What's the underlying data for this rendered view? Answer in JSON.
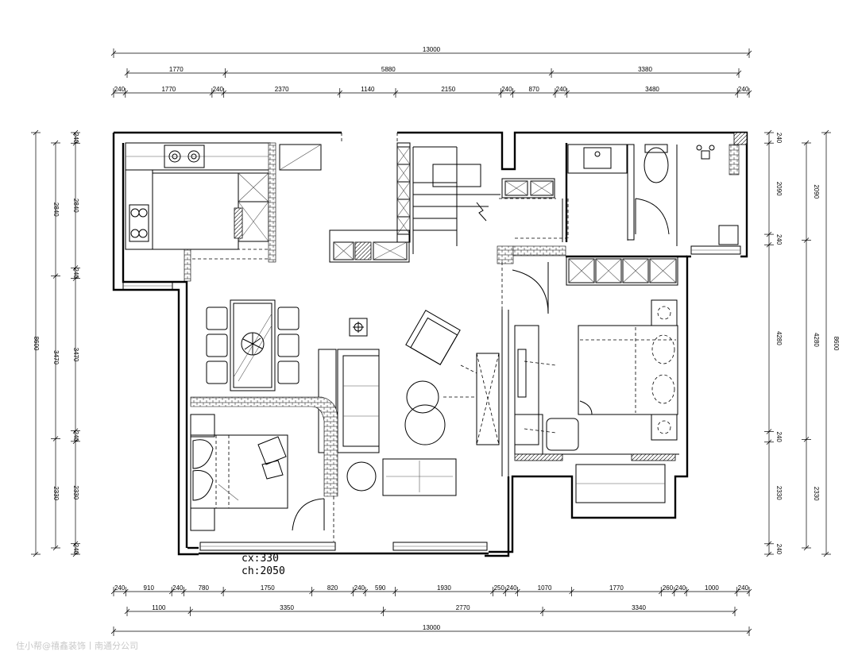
{
  "dimensions": {
    "top_total": "13000",
    "top_groups": [
      "1770",
      "5880",
      "3380"
    ],
    "top_segments": [
      "240",
      "1770",
      "240",
      "2370",
      "1140",
      "2150",
      "240",
      "870",
      "240",
      "3480",
      "240"
    ],
    "bottom_total": "13000",
    "bottom_groups": [
      "1100",
      "3350",
      "2770",
      "3340"
    ],
    "bottom_segments": [
      "240",
      "910",
      "240",
      "780",
      "1750",
      "820",
      "240",
      "590",
      "1930",
      "250",
      "240",
      "1070",
      "1770",
      "260",
      "240",
      "1000",
      "240"
    ],
    "left_total": "8600",
    "left_groups": [
      "2840",
      "3470",
      "2330"
    ],
    "left_segments": [
      "240",
      "2840",
      "240",
      "3470",
      "240",
      "2330",
      "240"
    ],
    "right_total": "8600",
    "right_groups": [
      "2090",
      "4280",
      "2330"
    ],
    "right_segments": [
      "240",
      "2090",
      "240",
      "4280",
      "240",
      "2330",
      "240"
    ]
  },
  "annotations": {
    "cx": "cx:330",
    "ch": "ch:2050"
  },
  "watermark": "住小帮@禧鑫装饰丨南通分公司"
}
